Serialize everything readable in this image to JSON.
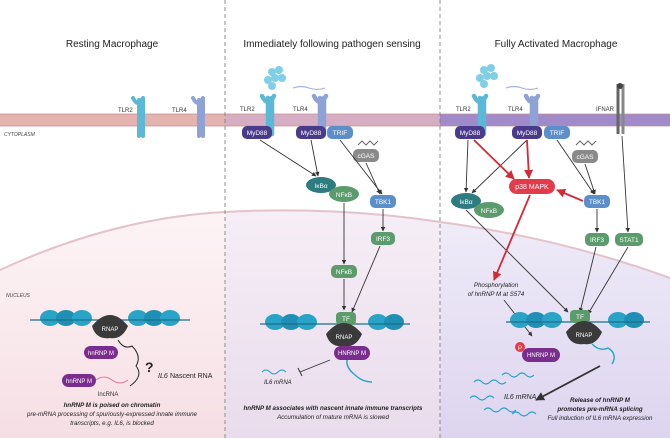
{
  "panels": {
    "resting": {
      "title": "Resting Macrophage",
      "caption_bold": "hnRNP M is poised on chromatin",
      "caption_line2": "pre-mRNA processing of spuriously-expressed innate immune",
      "caption_line3": "transcripts, e.g. IL6, is blocked"
    },
    "sensing": {
      "title": "Immediately following pathogen sensing",
      "caption_bold": "hnRNP M associates with nascent innate immune transcripts",
      "caption_line2": "Accumulation of mature mRNA is slowed"
    },
    "activated": {
      "title": "Fully Activated Macrophage",
      "caption_bold1": "Release of hnRNP M",
      "caption_bold2": "promotes pre-mRNA splicing",
      "caption_line3": "Full induction of IL6 mRNA expression"
    }
  },
  "compartments": {
    "cytoplasm": "CYTOPLASM",
    "nucleus": "NUCLEUS"
  },
  "receptors": {
    "tlr2": "TLR2",
    "tlr4": "TLR4",
    "ifnar": "IFNAR"
  },
  "proteins": {
    "myd88": "MyD88",
    "trif": "TRIF",
    "cgas": "cGAS",
    "ikba": "IκBα",
    "nfkb": "NFκB",
    "tbk1": "TBK1",
    "irf3": "IRF3",
    "stat1": "STAT1",
    "p38": "p38 MAPK",
    "tf": "TF",
    "rnap": "RNAP",
    "hnrnpm": "hnRNP M",
    "hnrnpm_caps": "HNRNP M",
    "p": "P"
  },
  "labels": {
    "lncrna": "lncRNA",
    "il6_italic": "IL6",
    "nascent_rna": "Nascent RNA",
    "question": "?",
    "il6_mrna": "IL6 mRNA",
    "phospho_line1": "Phosphorylation",
    "phospho_line2": "of hnRNP M at S574"
  },
  "colors": {
    "membrane": "#d9a8a4",
    "resting_bg": "#fbe9ec",
    "sensing_bg": "#efe2ef",
    "activated_bg": "#e6e0f2",
    "receptor": "#5bb8d6",
    "tlr4": "#8ea2d6",
    "myd88": "#4a3a8a",
    "trif": "#5c8fc9",
    "green": "#5b9b6c",
    "teal": "#2d7c80",
    "hnrnp": "#7b2d8e",
    "p38": "#e23b4c",
    "dna": "#2aa4c6",
    "rnap": "#333333",
    "arrow_red": "#d42a35"
  }
}
